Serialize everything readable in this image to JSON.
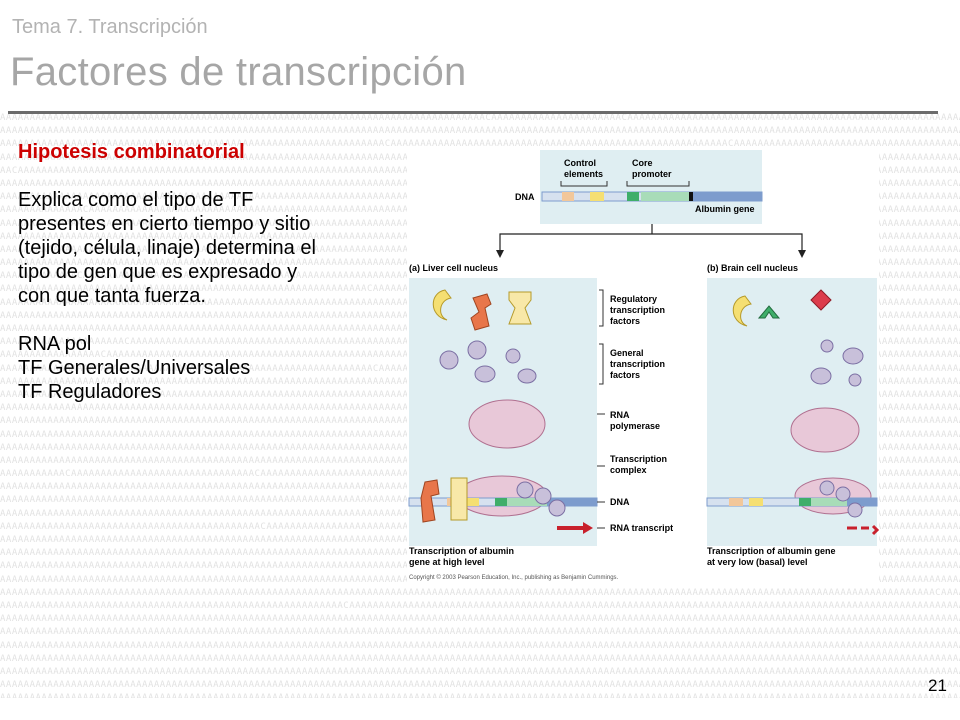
{
  "header": {
    "subtitle": "Tema 7. Transcripción",
    "title": "Factores de transcripción"
  },
  "body": {
    "heading": "Hipotesis combinatorial",
    "paragraph_lines": [
      "Explica como el tipo de TF",
      "presentes en cierto tiempo y sitio",
      "(tejido, célula, linaje) determina el",
      "tipo de gen que es expresado y",
      "con que tanta fuerza."
    ],
    "list_lines": [
      "RNA pol",
      "TF Generales/Universales",
      "TF Reguladores"
    ]
  },
  "figure": {
    "top_labels": {
      "control_elements": [
        "Control",
        "elements"
      ],
      "core_promoter": [
        "Core",
        "promoter"
      ],
      "dna": "DNA",
      "gene": "Albumin gene"
    },
    "panel_a_title": "(a) Liver cell nucleus",
    "panel_b_title": "(b) Brain cell nucleus",
    "legend": {
      "regulatory": [
        "Regulatory",
        "transcription",
        "factors"
      ],
      "general": [
        "General",
        "transcription",
        "factors"
      ],
      "rna_pol": [
        "RNA",
        "polymerase"
      ],
      "complex": [
        "Transcription",
        "complex"
      ],
      "dna": "DNA",
      "transcript": "RNA transcript"
    },
    "caption_a": [
      "Transcription of albumin",
      "gene at high level"
    ],
    "caption_b": [
      "Transcription of albumin gene",
      "at very low (basal) level"
    ],
    "copyright": "Copyright © 2003 Pearson Education, Inc., publishing as Benjamin Cummings.",
    "colors": {
      "panel_bg": "#dfeef2",
      "dna_blue": "#7d9ccd",
      "tf_gray": "#c8c0da",
      "regulatory_yellow": "#f5df72",
      "regulatory_orange": "#e8764a",
      "arrow_red": "#c8202c",
      "pink": "#e8c8d8"
    }
  },
  "footer": {
    "page_number": "21"
  }
}
